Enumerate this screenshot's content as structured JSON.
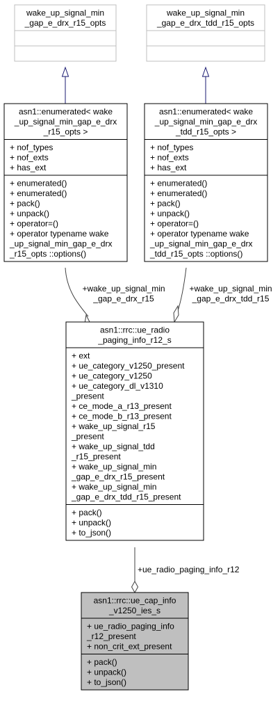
{
  "colors": {
    "border_dark": "#000000",
    "border_gray": "#bfbfbf",
    "text_gray": "#000000",
    "highlight_fill": "#bfbfbf",
    "inherit_edge": "#191970",
    "assoc_edge": "#404040"
  },
  "classes": [
    {
      "id": "opts_r15",
      "title": [
        "wake_up_signal_min",
        "_gap_e_drx_r15_opts"
      ],
      "attributes": [],
      "methods": []
    },
    {
      "id": "opts_tdd_r15",
      "title": [
        "wake_up_signal_min",
        "_gap_e_drx_tdd_r15_opts"
      ],
      "attributes": [],
      "methods": []
    },
    {
      "id": "enum_r15",
      "title": [
        "asn1::enumerated< wake",
        "_up_signal_min_gap_e_drx",
        "_r15_opts >"
      ],
      "attributes": [
        "+ nof_types",
        "+ nof_exts",
        "+ has_ext"
      ],
      "methods": [
        "+ enumerated()",
        "+ enumerated()",
        "+ pack()",
        "+ unpack()",
        "+ operator=()",
        "+ operator typename wake",
        "_up_signal_min_gap_e_drx",
        "_r15_opts ::options()"
      ]
    },
    {
      "id": "enum_tdd_r15",
      "title": [
        "asn1::enumerated< wake",
        "_up_signal_min_gap_e_drx",
        "_tdd_r15_opts >"
      ],
      "attributes": [
        "+ nof_types",
        "+ nof_exts",
        "+ has_ext"
      ],
      "methods": [
        "+ enumerated()",
        "+ enumerated()",
        "+ pack()",
        "+ unpack()",
        "+ operator=()",
        "+ operator typename wake",
        "_up_signal_min_gap_e_drx",
        "_tdd_r15_opts ::options()"
      ]
    },
    {
      "id": "ue_radio_paging",
      "title": [
        "asn1::rrc::ue_radio",
        "_paging_info_r12_s"
      ],
      "attributes": [
        "+ ext",
        "+ ue_category_v1250_present",
        "+ ue_category_v1250",
        "+ ue_category_dl_v1310",
        "_present",
        "+ ce_mode_a_r13_present",
        "+ ce_mode_b_r13_present",
        "+ wake_up_signal_r15",
        "_present",
        "+ wake_up_signal_tdd",
        "_r15_present",
        "+ wake_up_signal_min",
        "_gap_e_drx_r15_present",
        "+ wake_up_signal_min",
        "_gap_e_drx_tdd_r15_present"
      ],
      "methods": [
        "+ pack()",
        "+ unpack()",
        "+ to_json()"
      ]
    },
    {
      "id": "ue_cap_info",
      "title": [
        "asn1::rrc::ue_cap_info",
        "_v1250_ies_s"
      ],
      "attributes": [
        "+ ue_radio_paging_info",
        "_r12_present",
        "+ non_crit_ext_present"
      ],
      "methods": [
        "+ pack()",
        "+ unpack()",
        "+ to_json()"
      ]
    }
  ],
  "edge_labels": [
    {
      "id": "label_r15",
      "lines": [
        "+wake_up_signal_min",
        "_gap_e_drx_r15"
      ]
    },
    {
      "id": "label_tdd_r15",
      "lines": [
        "+wake_up_signal_min",
        "_gap_e_drx_tdd_r15"
      ]
    },
    {
      "id": "label_paging",
      "lines": [
        "+ue_radio_paging_info_r12"
      ]
    }
  ]
}
